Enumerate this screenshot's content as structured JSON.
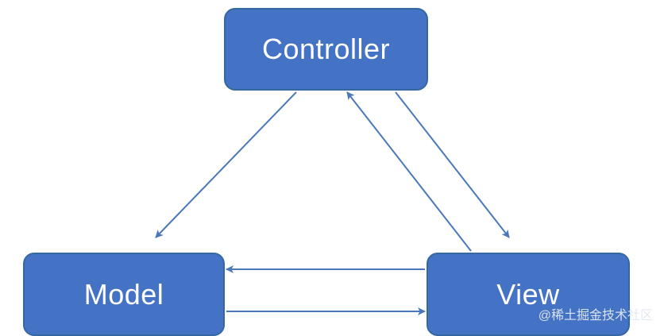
{
  "diagram": {
    "nodes": {
      "controller": {
        "label": "Controller"
      },
      "model": {
        "label": "Model"
      },
      "view": {
        "label": "View"
      }
    },
    "edges": [
      {
        "from": "controller",
        "to": "model"
      },
      {
        "from": "controller",
        "to": "view"
      },
      {
        "from": "view",
        "to": "controller"
      },
      {
        "from": "view",
        "to": "model"
      },
      {
        "from": "model",
        "to": "view"
      }
    ],
    "colors": {
      "node_fill": "#4472c4",
      "node_border": "#35689f",
      "node_text": "#ffffff",
      "arrow": "#4a78b8"
    }
  },
  "watermark": {
    "text": "@稀土掘金技术社区"
  }
}
